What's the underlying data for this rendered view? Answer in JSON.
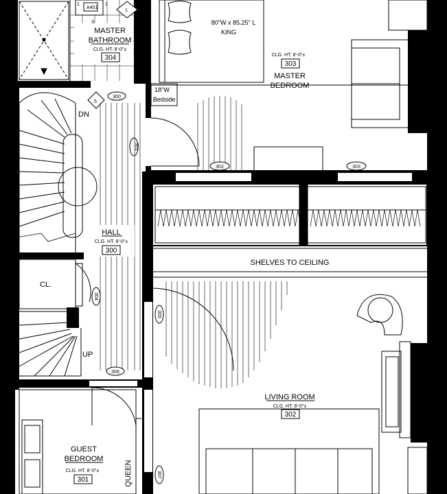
{
  "rooms": {
    "master_bath": {
      "name_line1": "MASTER",
      "name_line2": "BATHROOM",
      "ceiling": "CLG. HT. 8'-0\"±",
      "number": "304"
    },
    "master_bed": {
      "name_line1": "MASTER",
      "name_line2": "BEDROOM",
      "ceiling": "CLG. HT. 8'-0\"±",
      "number": "303"
    },
    "hall": {
      "name": "HALL",
      "ceiling": "CLG. HT. 8'-0\"±",
      "number": "300"
    },
    "living": {
      "name": "LIVING ROOM",
      "ceiling": "CLG. HT. 8'-0\"±",
      "number": "302"
    },
    "guest": {
      "name_line1": "GUEST",
      "name_line2": "BEDROOM",
      "ceiling": "CLG. HT. 8'-0\"±",
      "number": "301"
    },
    "closet": {
      "name": "CL."
    }
  },
  "annotations": {
    "bed_size": "80\"W x 85.25\" L",
    "bed_type": "KING",
    "bedside_size": "18\"W",
    "bedside_label": "Bedside",
    "shelves": "SHELVES TO CEILING",
    "stair_down": "DN",
    "stair_up": "UP",
    "queen": "QUEEN",
    "elevation_tag": "A401",
    "tag_num_1": "1",
    "tag_num_2": "2",
    "tag_num_3": "3",
    "tag_num_5": "5"
  },
  "door_tags": {
    "d300": "300",
    "d301": "301",
    "d302": "302",
    "d303": "303",
    "d304": "304",
    "d305": "305",
    "d306": "306",
    "d307": "307"
  }
}
